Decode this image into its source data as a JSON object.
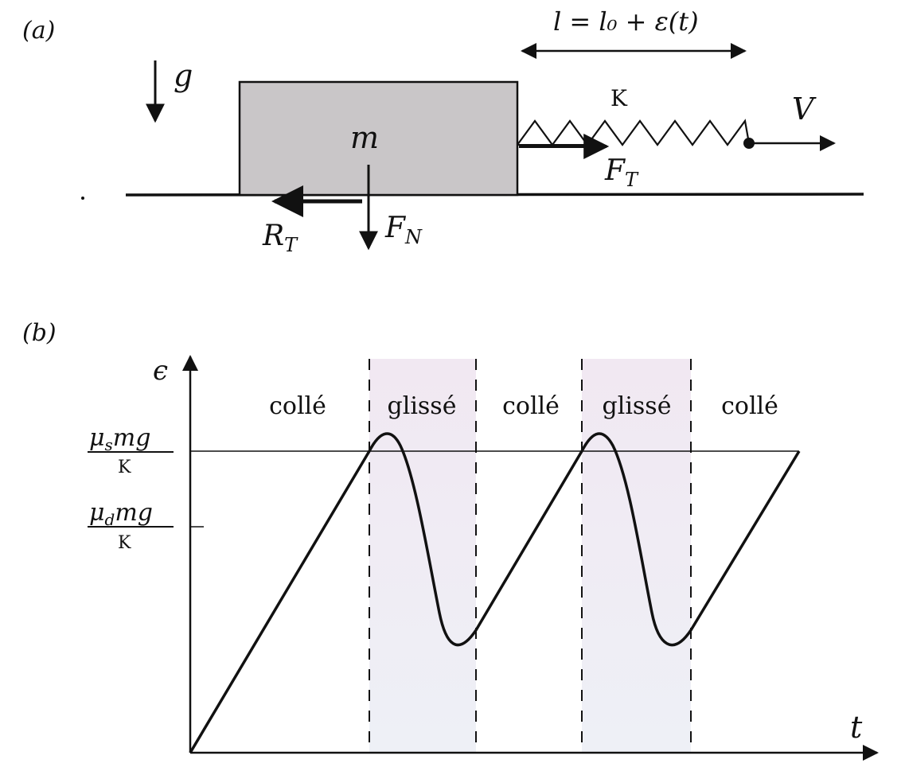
{
  "panel_a": {
    "label": "(a)",
    "gravity": "g",
    "mass": "m",
    "spring": "K",
    "velocity": "V",
    "length": "l = l₀ + ε(t)",
    "tension_force": "F",
    "tension_sub": "T",
    "friction_force": "R",
    "friction_sub": "T",
    "normal_force": "F",
    "normal_sub": "N"
  },
  "panel_b": {
    "label": "(b)",
    "y_axis": "ϵ",
    "x_axis": "t",
    "phases": [
      "collé",
      "glissé",
      "collé",
      "glissé",
      "collé"
    ],
    "mu_s": {
      "mu": "μ",
      "sub": "s",
      "rest": "mg",
      "den": "K"
    },
    "mu_d": {
      "mu": "μ",
      "sub": "d",
      "rest": "mg",
      "den": "K"
    }
  },
  "colors": {
    "block": "#c9c6c8",
    "slip_band": "#efe6f0",
    "ink": "#111111"
  }
}
